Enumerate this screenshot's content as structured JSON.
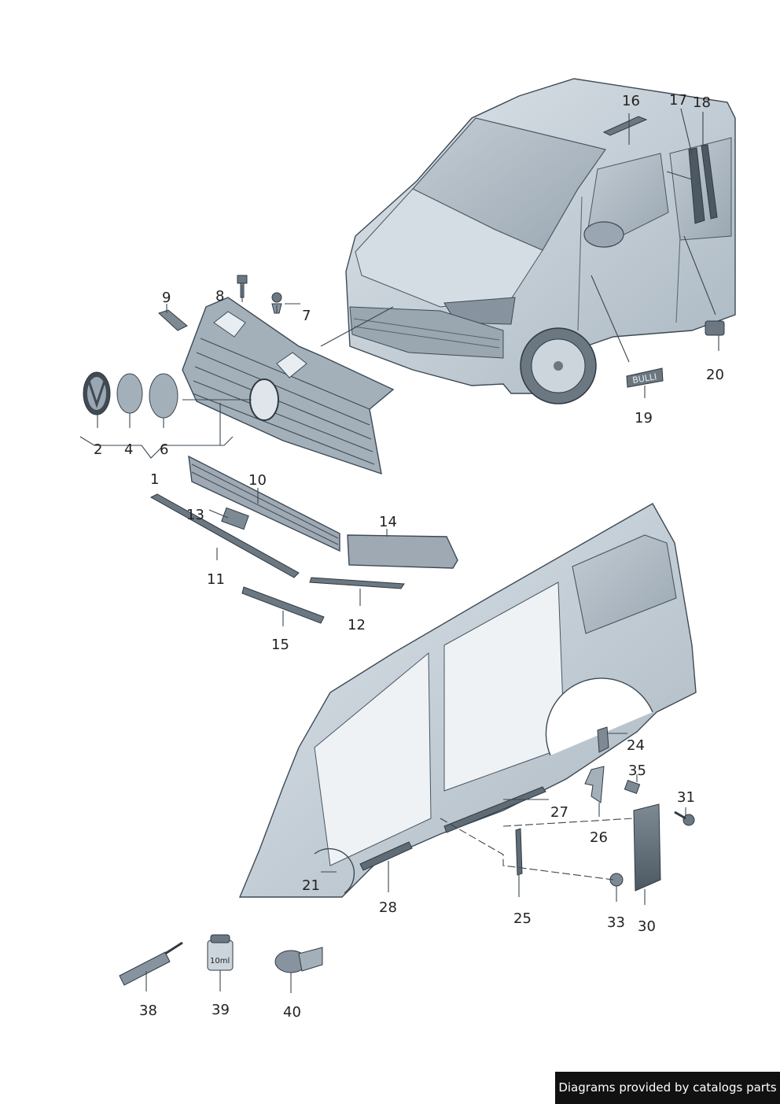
{
  "parts": {
    "p1": "1",
    "p2": "2",
    "p4": "4",
    "p6": "6",
    "p7": "7",
    "p8": "8",
    "p9": "9",
    "p10": "10",
    "p11": "11",
    "p12": "12",
    "p13": "13",
    "p14": "14",
    "p15": "15",
    "p16": "16",
    "p17": "17",
    "p18": "18",
    "p19": "19",
    "p20": "20",
    "p21": "21",
    "p24": "24",
    "p25": "25",
    "p26": "26",
    "p27": "27",
    "p28": "28",
    "p30": "30",
    "p31": "31",
    "p33": "33",
    "p35": "35",
    "p38": "38",
    "p39": "39",
    "p40": "40"
  },
  "badge_text": "BULLI",
  "bottle_text": "10ml",
  "footer_text": "Diagrams provided by catalogs parts",
  "colors": {
    "body_fill": "#c9d3db",
    "body_dark": "#8e9ca7",
    "glass": "#aeb9c2",
    "part_dark": "#5f6c76"
  }
}
